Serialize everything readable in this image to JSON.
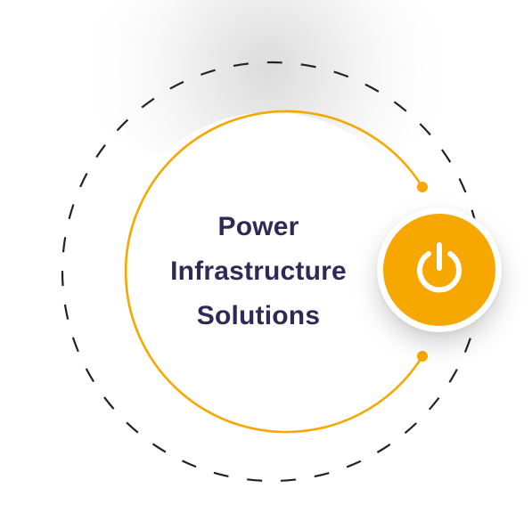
{
  "title": {
    "line1": "Power",
    "line2": "Infrastructure",
    "line3": "Solutions"
  },
  "colors": {
    "accent": "#f6a800",
    "title_text": "#2f2a55",
    "dashed_ring": "#222222",
    "background": "#ffffff"
  },
  "icons": {
    "power_button": "power-icon"
  }
}
